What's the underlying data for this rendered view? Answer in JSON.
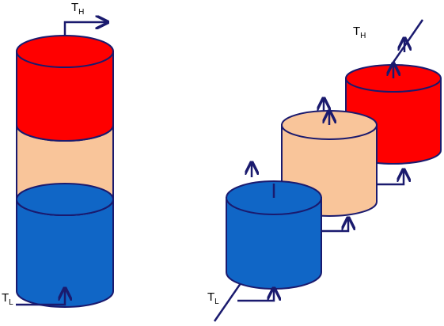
{
  "labels": {
    "left_top": {
      "main": "T",
      "sub": "H"
    },
    "left_bottom": {
      "main": "T",
      "sub": "L"
    },
    "right_top": {
      "main": "T",
      "sub": "H"
    },
    "right_bottom": {
      "main": "T",
      "sub": "L"
    }
  },
  "colors": {
    "hot": "#ff0000",
    "middle": "#f9c59a",
    "cold": "#1066c6",
    "line": "#1a1a6e"
  }
}
